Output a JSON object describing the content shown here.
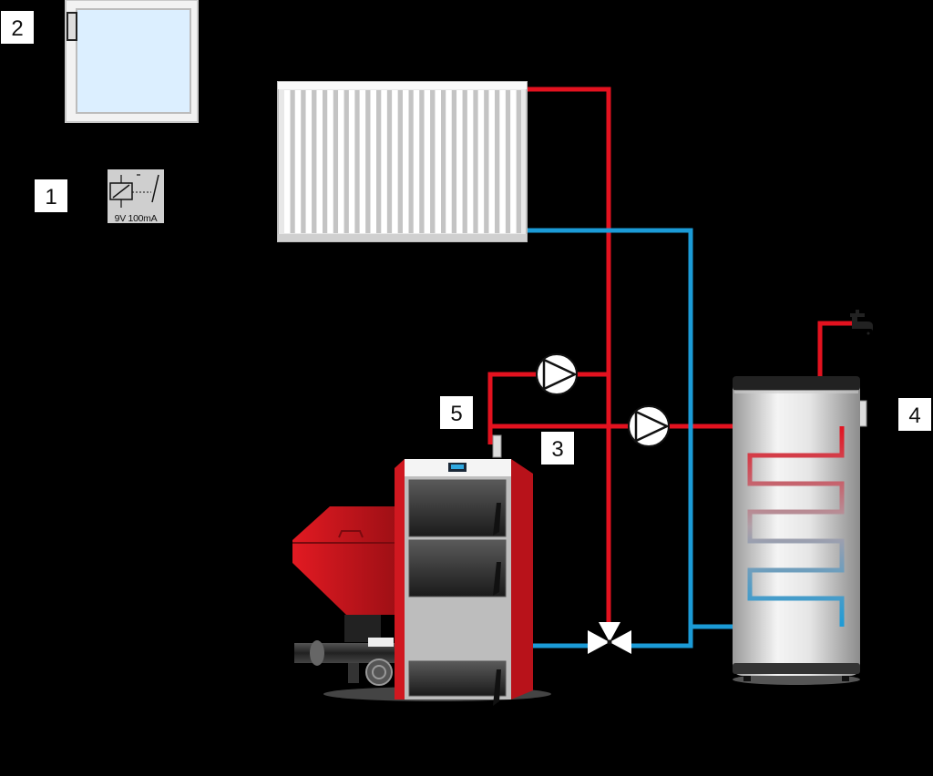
{
  "labels": {
    "relay": "1",
    "window": "2",
    "boiler_sensor": "3",
    "tank_sensor": "4",
    "pump_sensor": "5"
  },
  "relay": {
    "rating": "9V 100mA"
  },
  "icons": {
    "window": "window-icon",
    "relay": "relay-icon",
    "radiator": "radiator-icon",
    "pump": "circulation-pump-icon",
    "valve": "three-way-valve-icon",
    "boiler": "pellet-boiler-icon",
    "tank": "hot-water-tank-icon",
    "tap": "faucet-icon"
  },
  "colors": {
    "background": "#000000",
    "hot_pipe": "#e3121f",
    "cold_pipe": "#1b9bd7",
    "boiler_red": "#c8121a",
    "label_box": "#ffffff"
  }
}
